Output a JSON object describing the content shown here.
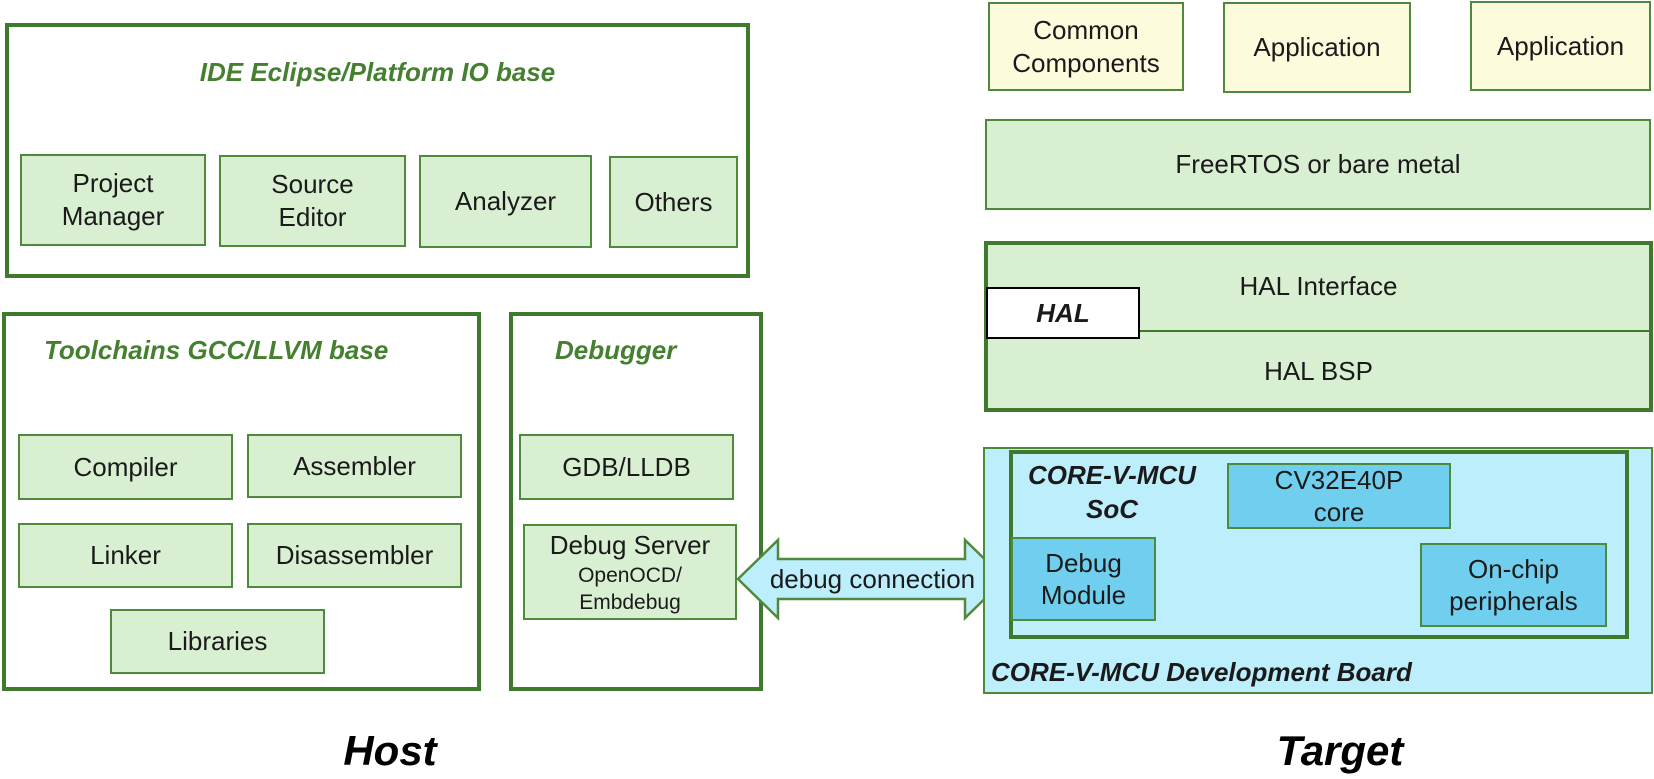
{
  "ide": {
    "title": "IDE Eclipse/Platform IO base",
    "items": [
      "Project\nManager",
      "Source\nEditor",
      "Analyzer",
      "Others"
    ]
  },
  "toolchains": {
    "title": "Toolchains GCC/LLVM base",
    "compiler": "Compiler",
    "assembler": "Assembler",
    "linker": "Linker",
    "disassembler": "Disassembler",
    "libraries": "Libraries"
  },
  "debugger": {
    "title": "Debugger",
    "gdb": "GDB/LLDB",
    "server_title": "Debug Server",
    "server_sub": "OpenOCD/\nEmbdebug"
  },
  "connection": {
    "label": "debug connection"
  },
  "target": {
    "top_items": [
      "Common\nComponents",
      "Application",
      "Application"
    ],
    "rtos": "FreeRTOS or bare metal",
    "hal": {
      "label": "HAL",
      "interface": "HAL Interface",
      "bsp": "HAL BSP"
    },
    "board": {
      "title": "CORE-V-MCU Development Board",
      "soc_title": "CORE-V-MCU\nSoC",
      "core": "CV32E40P\ncore",
      "debug_module": "Debug\nModule",
      "peripherals": "On-chip\nperipherals"
    }
  },
  "labels": {
    "host": "Host",
    "target": "Target"
  },
  "colors": {
    "frame_green": "#3f7a2c",
    "box_green": "#d9efd2",
    "box_yellow": "#fcfbdc",
    "board_blue": "#bdeefb",
    "module_blue": "#70cfee",
    "title_green": "#44802f"
  }
}
